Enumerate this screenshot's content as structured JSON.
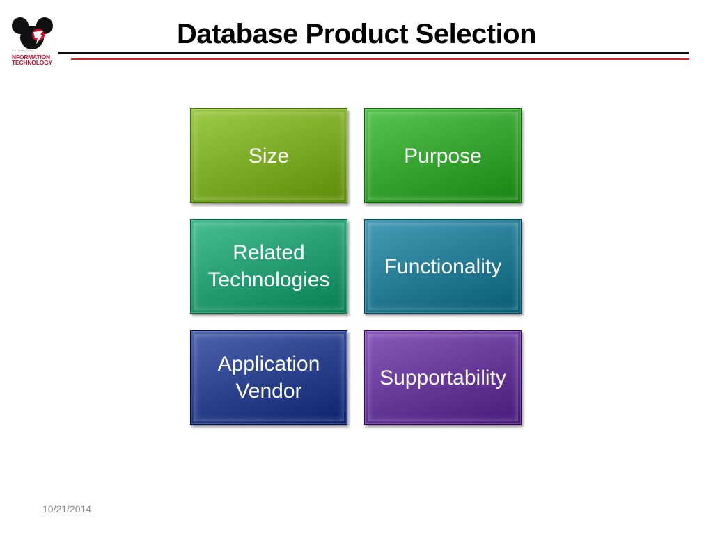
{
  "slide": {
    "title": "Database Product Selection",
    "date": "10/21/2014"
  },
  "logo": {
    "tagline": "The Disney Group",
    "line1": "NFORMATION",
    "line2": "TECHNOLOGY",
    "colors": {
      "ears": "#111111",
      "accent": "#c8102e"
    }
  },
  "tiles": [
    {
      "label": "Size",
      "color": "#7fae2a"
    },
    {
      "label": "Purpose",
      "color": "#3aa634"
    },
    {
      "label_lines": [
        "Related",
        "Technologies"
      ],
      "color": "#2aa076"
    },
    {
      "label": "Functionality",
      "color": "#2a7f98"
    },
    {
      "label_lines": [
        "Application",
        "Vendor"
      ],
      "color": "#2f4590"
    },
    {
      "label": "Supportability",
      "color": "#6a3c9c"
    }
  ]
}
